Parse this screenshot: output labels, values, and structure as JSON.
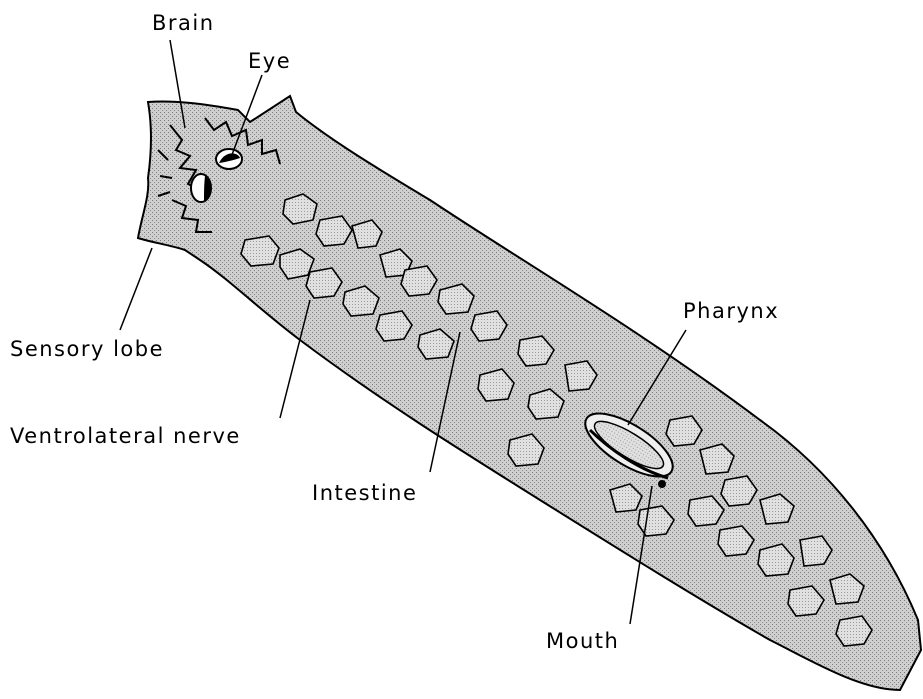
{
  "labels": {
    "brain": "Brain",
    "eye": "Eye",
    "sensory_lobe": "Sensory lobe",
    "ventrolateral_nerve": "Ventrolateral nerve",
    "intestine": "Intestine",
    "pharynx": "Pharynx",
    "mouth": "Mouth"
  },
  "colors": {
    "body_fill": "#c9c9c9",
    "outline": "#000000",
    "intestine_fill": "#d9d9d9",
    "background": "#ffffff"
  }
}
